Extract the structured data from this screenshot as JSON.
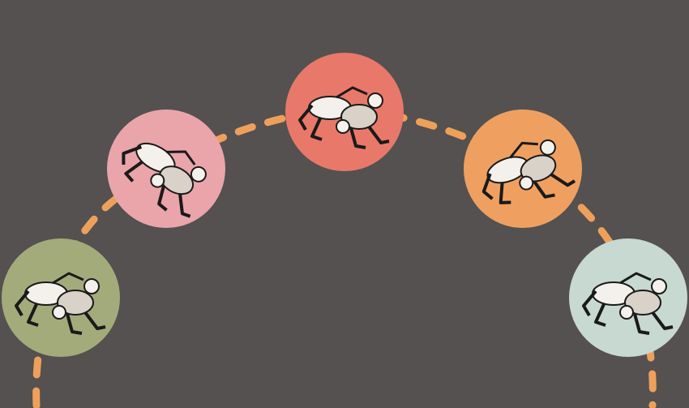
{
  "colors": {
    "background": "#545150",
    "arc": "#eea05a",
    "outline": "#1a1a1a"
  },
  "positions": [
    {
      "id": "position-1",
      "icon": "grappling-fighters-icon",
      "color": "#a4ab7b"
    },
    {
      "id": "position-2",
      "icon": "grappling-fighters-icon",
      "color": "#eaa5aa"
    },
    {
      "id": "position-3",
      "icon": "standing-clinch-fighters-icon",
      "color": "#e8796a"
    },
    {
      "id": "position-4",
      "icon": "grappling-fighters-icon",
      "color": "#efa060"
    },
    {
      "id": "position-5",
      "icon": "ground-fighters-icon",
      "color": "#c7d9d0"
    }
  ]
}
